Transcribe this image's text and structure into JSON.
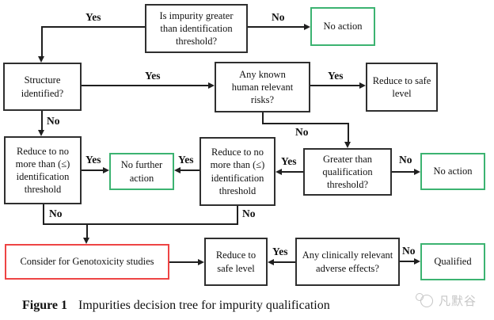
{
  "labels": {
    "yes": "Yes",
    "no": "No"
  },
  "nodes": {
    "q_impurity_threshold": "Is impurity greater than identification threshold?",
    "no_action_top": "No action",
    "q_structure_identified": "Structure identified?",
    "q_human_risks": "Any known human relevant risks?",
    "reduce_safe_level_top": "Reduce to safe level",
    "reduce_identification_left": "Reduce to no more than (≤) identification threshold",
    "no_further_action": "No further action",
    "reduce_identification_mid": "Reduce to no more than (≤) identification threshold",
    "q_qualification_threshold": "Greater than qualification threshold?",
    "no_action_right": "No action",
    "consider_genotoxicity": "Consider for Genotoxicity studies",
    "reduce_safe_level_bottom": "Reduce to safe level",
    "q_adverse_effects": "Any clinically relevant adverse effects?",
    "qualified": "Qualified"
  },
  "caption": {
    "label": "Figure 1",
    "text": "Impurities decision tree for impurity qualification"
  },
  "watermark": {
    "text": "凡默谷"
  },
  "colors": {
    "box_border": "#2f2f2f",
    "green_accent": "#3cb371",
    "red_accent": "#ee4444",
    "line": "#1f1f1f",
    "text": "#111111",
    "watermark": "#c6c6c6"
  }
}
